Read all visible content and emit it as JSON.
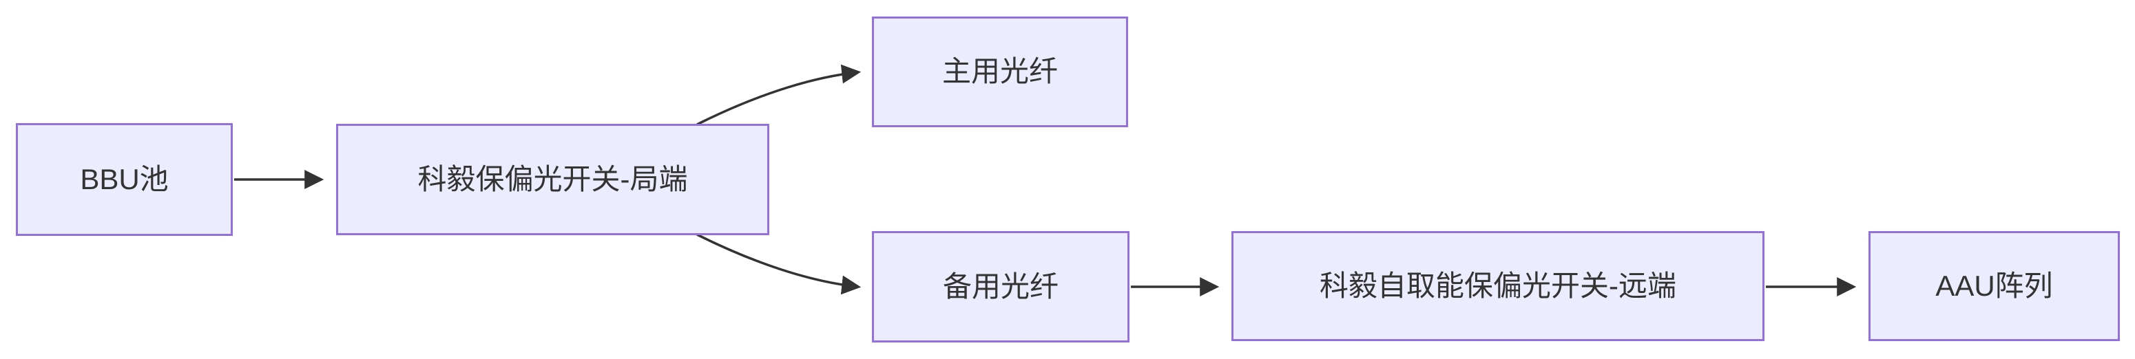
{
  "diagram": {
    "type": "flowchart-left-to-right",
    "background_color": "#ffffff",
    "node_fill_color": "#ECECFF",
    "node_border_color": "#9370DB",
    "edge_color": "#333333",
    "text_color": "#333333",
    "nodes": [
      {
        "id": "bbu-pool",
        "label": "BBU池"
      },
      {
        "id": "local-switch",
        "label": "科毅保偏光开关-局端"
      },
      {
        "id": "primary-fiber",
        "label": "主用光纤"
      },
      {
        "id": "backup-fiber",
        "label": "备用光纤"
      },
      {
        "id": "remote-switch",
        "label": "科毅自取能保偏光开关-远端"
      },
      {
        "id": "aau-array",
        "label": "AAU阵列"
      }
    ],
    "edges": [
      {
        "from": "BBU池",
        "to": "科毅保偏光开关-局端"
      },
      {
        "from": "科毅保偏光开关-局端",
        "to": "主用光纤"
      },
      {
        "from": "科毅保偏光开关-局端",
        "to": "备用光纤"
      },
      {
        "from": "备用光纤",
        "to": "科毅自取能保偏光开关-远端"
      },
      {
        "from": "科毅自取能保偏光开关-远端",
        "to": "AAU阵列"
      }
    ]
  }
}
